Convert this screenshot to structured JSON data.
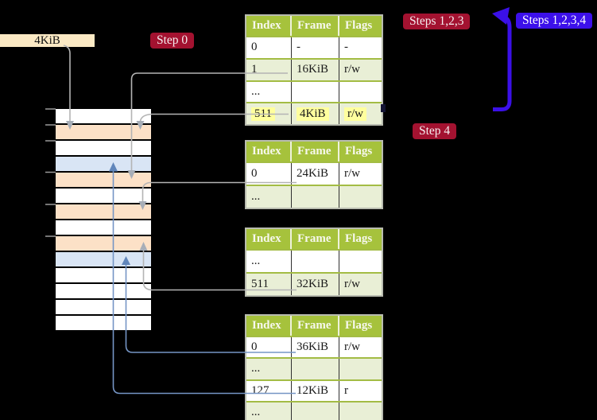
{
  "colors": {
    "background": "#000000",
    "badge_red": "#a31230",
    "badge_blue": "#3c10ea",
    "table_header_green": "#a6c23c",
    "table_row_green": "#e9efd6",
    "highlight_yellow": "#ffff9e",
    "frame_label_cream": "#fbe9c4",
    "memory_table_frame_orange": "#fce1c7",
    "memory_data_frame_blue": "#d9e5f5",
    "connector_gray": "#b4b4b4",
    "connector_blue": "#7595c5",
    "arrow_thick_blue": "#3b10e8"
  },
  "labels": {
    "frame_size": "4KiB"
  },
  "badges": {
    "step0": "Step 0",
    "steps123": "Steps 1,2,3",
    "steps1234": "Steps 1,2,3,4",
    "step4": "Step 4"
  },
  "memory_column": {
    "rows": [
      "free",
      "table",
      "free",
      "data",
      "table",
      "free",
      "table",
      "free",
      "table",
      "data",
      "free",
      "free",
      "free",
      "free"
    ]
  },
  "tables": [
    {
      "headers": [
        "Index",
        "Frame",
        "Flags"
      ],
      "rows": [
        [
          "0",
          "-",
          "-"
        ],
        [
          "1",
          "16KiB",
          "r/w"
        ],
        [
          "...",
          "",
          ""
        ],
        [
          "511",
          "4KiB",
          "r/w"
        ]
      ],
      "highlight_row": 3
    },
    {
      "headers": [
        "Index",
        "Frame",
        "Flags"
      ],
      "rows": [
        [
          "0",
          "24KiB",
          "r/w"
        ],
        [
          "...",
          "",
          ""
        ]
      ],
      "highlight_row": null
    },
    {
      "headers": [
        "Index",
        "Frame",
        "Flags"
      ],
      "rows": [
        [
          "...",
          "",
          ""
        ],
        [
          "511",
          "32KiB",
          "r/w"
        ]
      ],
      "highlight_row": null
    },
    {
      "headers": [
        "Index",
        "Frame",
        "Flags"
      ],
      "rows": [
        [
          "0",
          "36KiB",
          "r/w"
        ],
        [
          "...",
          "",
          ""
        ],
        [
          "127",
          "12KiB",
          "r"
        ],
        [
          "...",
          "",
          ""
        ]
      ],
      "highlight_row": null
    }
  ]
}
